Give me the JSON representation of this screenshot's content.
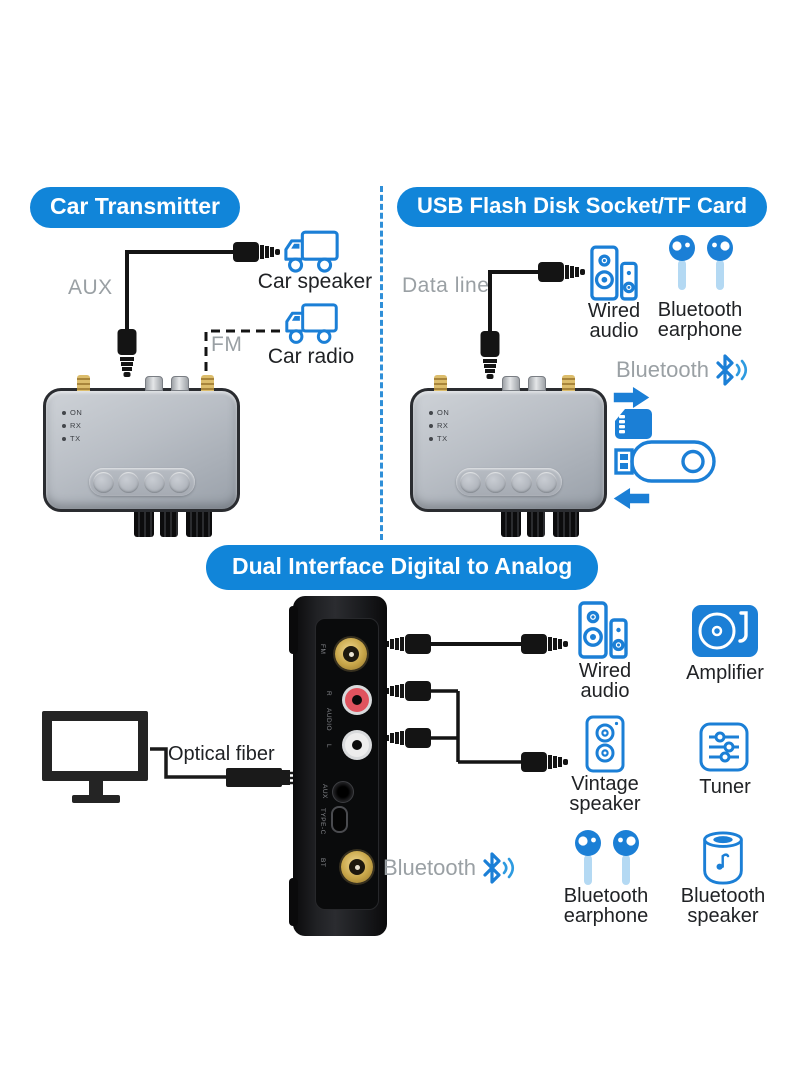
{
  "colors": {
    "banner_blue": "#1185d9",
    "icon_blue": "#1b7fd6",
    "light_blue": "#b4d9f3",
    "gray_text": "#9aa0a4",
    "dark_text": "#202225"
  },
  "sections": {
    "car_transmitter": {
      "title": "Car Transmitter",
      "aux_label": "AUX",
      "fm_label": "FM",
      "car_speaker_label": "Car speaker",
      "car_radio_label": "Car radio"
    },
    "usb_tf": {
      "title": "USB Flash Disk Socket/TF Card",
      "data_line_label": "Data line",
      "wired_audio_label": "Wired\naudio",
      "bluetooth_earphone_label": "Bluetooth\nearphone",
      "bluetooth_label": "Bluetooth"
    },
    "dual_interface": {
      "title": "Dual Interface Digital to Analog",
      "optical_fiber_label": "Optical fiber",
      "bluetooth_label": "Bluetooth",
      "wired_audio_label": "Wired\naudio",
      "amplifier_label": "Amplifier",
      "vintage_speaker_label": "Vintage\nspeaker",
      "tuner_label": "Tuner",
      "bluetooth_earphone_label": "Bluetooth\nearphone",
      "bluetooth_speaker_label": "Bluetooth\nspeaker"
    }
  },
  "device": {
    "led_labels": [
      "ON",
      "RX",
      "TX"
    ]
  },
  "rear_panel": {
    "port_labels": [
      "FM",
      "R",
      "AUDIO",
      "L",
      "AUX",
      "TYPE-C",
      "BT"
    ]
  }
}
